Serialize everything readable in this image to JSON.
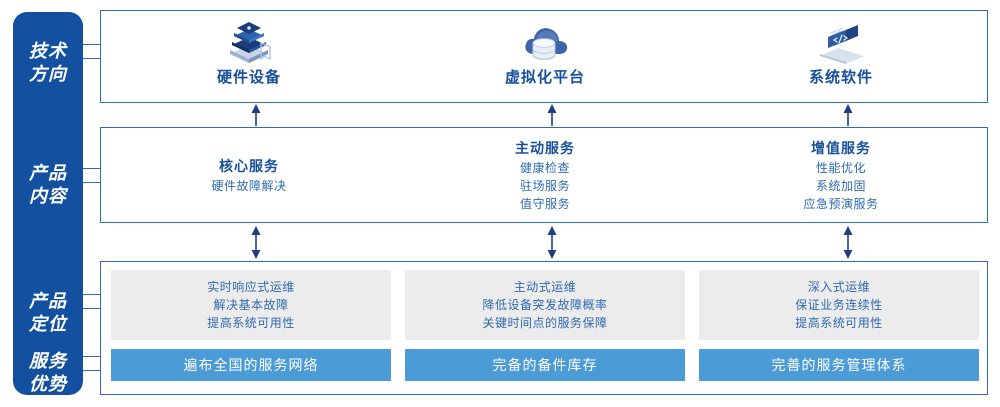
{
  "sidebar": {
    "items": [
      {
        "id": "tech-direction",
        "line1": "技术",
        "line2": "方向"
      },
      {
        "id": "product-content",
        "line1": "产品",
        "line2": "内容"
      },
      {
        "id": "product-position",
        "line1": "产品",
        "line2": "定位"
      },
      {
        "id": "service-advantage",
        "line1": "服务",
        "line2": "优势"
      }
    ]
  },
  "tech_row": {
    "columns": [
      {
        "icon": "server-stack-icon",
        "label": "硬件设备"
      },
      {
        "icon": "cloud-database-icon",
        "label": "虚拟化平台"
      },
      {
        "icon": "laptop-code-icon",
        "label": "系统软件"
      }
    ]
  },
  "content_row": {
    "columns": [
      {
        "title": "核心服务",
        "lines": [
          "硬件故障解决"
        ]
      },
      {
        "title": "主动服务",
        "lines": [
          "健康检查",
          "驻场服务",
          "值守服务"
        ]
      },
      {
        "title": "增值服务",
        "lines": [
          "性能优化",
          "系统加固",
          "应急预演服务"
        ]
      }
    ]
  },
  "position_row": {
    "boxes": [
      {
        "lines": [
          "实时响应式运维",
          "解决基本故障",
          "提高系统可用性"
        ]
      },
      {
        "lines": [
          "主动式运维",
          "降低设备突发故障概率",
          "关键时间点的服务保障"
        ]
      },
      {
        "lines": [
          "深入式运维",
          "保证业务连续性",
          "提高系统可用性"
        ]
      }
    ]
  },
  "advantage_row": {
    "bars": [
      {
        "label": "遍布全国的服务网络"
      },
      {
        "label": "完备的备件库存"
      },
      {
        "label": "完善的服务管理体系"
      }
    ]
  },
  "arrows": {
    "up": "arrow-up-icon",
    "bidirectional": "arrow-up-down-icon"
  },
  "colors": {
    "sidebar_blue": "#1350A0",
    "panel_border": "#2B6CB5",
    "heading_blue": "#17509B",
    "body_blue": "#2E6BB0",
    "gray_box": "#ECECEC",
    "bar_blue": "#4A9BD6"
  }
}
